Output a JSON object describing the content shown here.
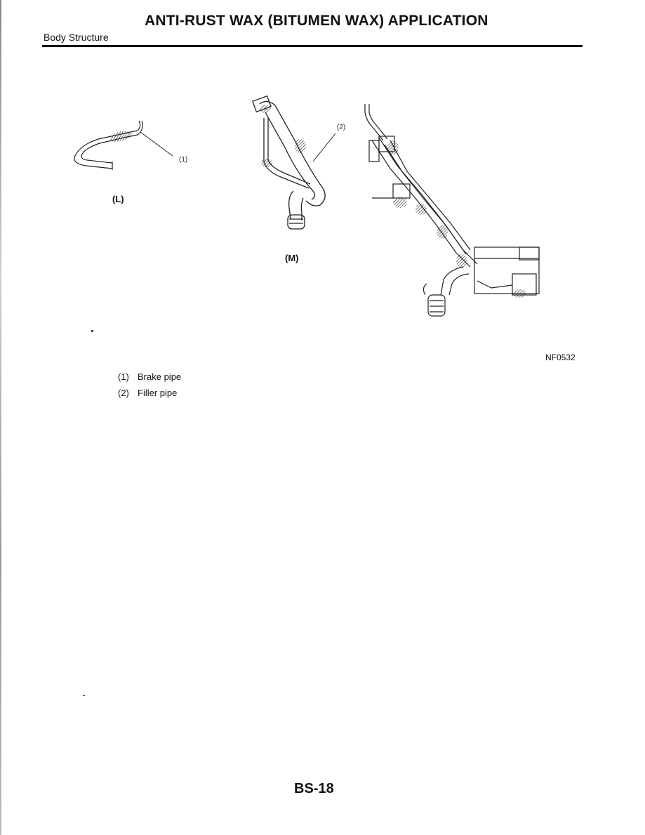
{
  "header": {
    "title": "ANTI-RUST WAX (BITUMEN WAX) APPLICATION",
    "section": "Body Structure"
  },
  "figure": {
    "views": [
      {
        "label": "(L)"
      },
      {
        "label": "(M)"
      }
    ],
    "callouts": [
      "(1)",
      "(2)"
    ],
    "code": "NF0532"
  },
  "legend": [
    {
      "num": "(1)",
      "text": "Brake pipe"
    },
    {
      "num": "(2)",
      "text": "Filler pipe"
    }
  ],
  "footer": {
    "page": "BS-18"
  }
}
